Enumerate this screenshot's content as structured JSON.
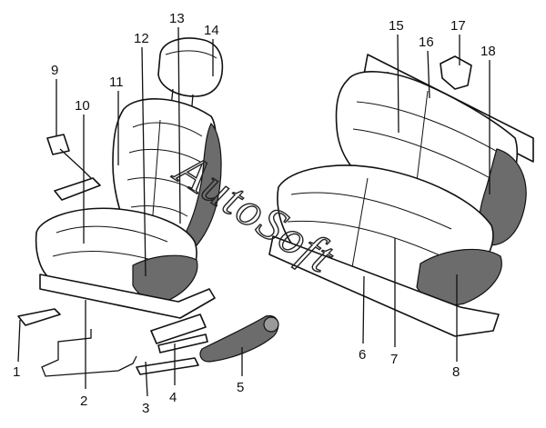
{
  "watermark": "AutoSoft",
  "labels": [
    "1",
    "2",
    "3",
    "4",
    "5",
    "6",
    "7",
    "8",
    "9",
    "10",
    "11",
    "12",
    "13",
    "14",
    "15",
    "16",
    "17",
    "18"
  ]
}
